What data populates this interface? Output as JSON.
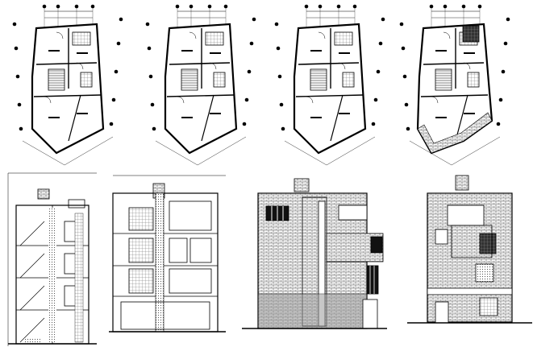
{
  "drawing_sheet": {
    "plans": [
      {
        "id": "plan-1"
      },
      {
        "id": "plan-2"
      },
      {
        "id": "plan-3"
      },
      {
        "id": "plan-4"
      }
    ],
    "sections": [
      {
        "id": "section-a"
      },
      {
        "id": "section-b"
      }
    ],
    "elevations": [
      {
        "id": "front-elevation"
      },
      {
        "id": "side-elevation"
      }
    ],
    "colors": {
      "line": "#000000",
      "hatch": "#555555",
      "background": "#ffffff",
      "tone": "#9a9a9a"
    }
  }
}
